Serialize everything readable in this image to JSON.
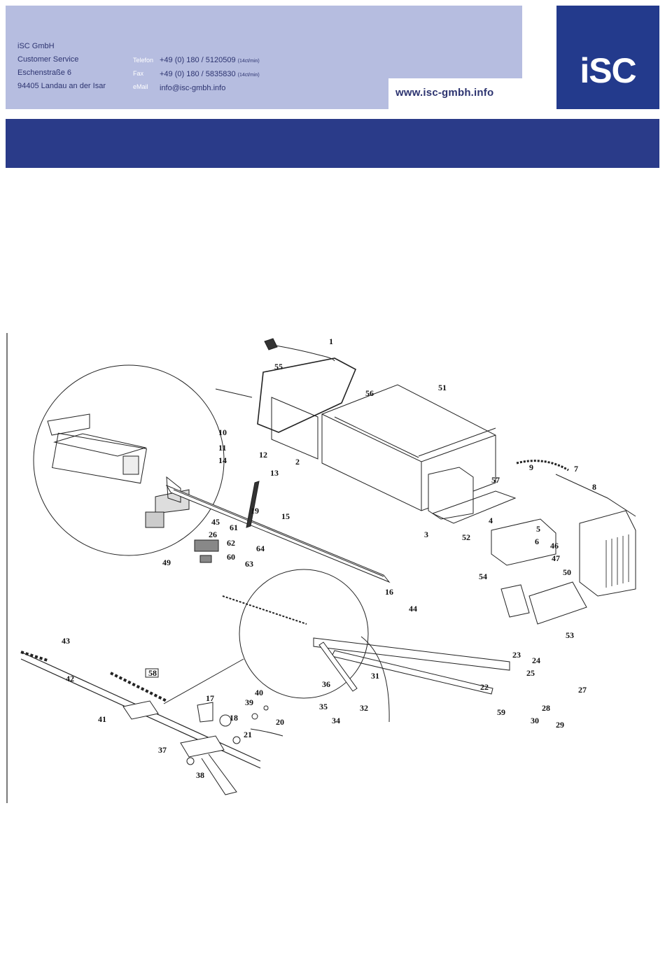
{
  "company": {
    "name": "iSC GmbH",
    "department": "Customer Service",
    "street": "Eschenstraße 6",
    "city": "94405 Landau an der Isar"
  },
  "contact": {
    "phone_label": "Telefon",
    "phone": "+49 (0) 180 / 5120509",
    "phone_rate": "(14ct/min)",
    "fax_label": "Fax",
    "fax": "+49 (0) 180 / 5835830",
    "fax_rate": "(14ct/min)",
    "email_label": "eMail",
    "email": "info@isc-gmbh.info"
  },
  "website": "www.isc-gmbh.info",
  "logo_text": "iSC",
  "colors": {
    "header_band": "#b6bde0",
    "brand_blue": "#233a8c",
    "title_band": "#2a3b89"
  },
  "diagram": {
    "part_numbers": [
      "1",
      "55",
      "56",
      "51",
      "2",
      "10",
      "11",
      "12",
      "13",
      "14",
      "7",
      "8",
      "9",
      "57",
      "3",
      "52",
      "4",
      "5",
      "6",
      "46",
      "47",
      "54",
      "50",
      "53",
      "15",
      "16",
      "61",
      "62",
      "60",
      "63",
      "64",
      "26",
      "45",
      "49",
      "44",
      "23",
      "24",
      "25",
      "22",
      "27",
      "28",
      "29",
      "30",
      "59",
      "35",
      "31",
      "32",
      "34",
      "36",
      "17",
      "18",
      "19",
      "20",
      "21",
      "37",
      "38",
      "39",
      "40",
      "41",
      "42",
      "43",
      "58"
    ]
  }
}
